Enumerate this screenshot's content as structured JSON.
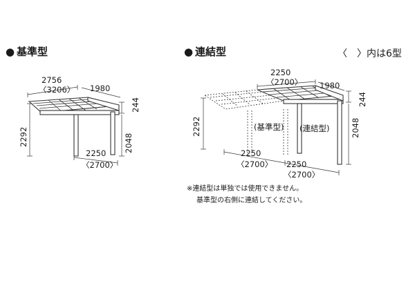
{
  "section_basic": {
    "bullet": "●",
    "title": "基準型"
  },
  "section_linked": {
    "bullet": "●",
    "title": "連結型"
  },
  "legend_note": "〈　〉内は6型",
  "basic_dims": {
    "top_width": "2756",
    "top_width_6": "〈3206〉",
    "depth": "1980",
    "height_front": "2292",
    "height_rear": "2048",
    "slope": "244",
    "bottom_width": "2250",
    "bottom_width_6": "〈2700〉"
  },
  "linked_dims": {
    "top_width": "2250",
    "top_width_6": "〈2700〉",
    "depth": "1980",
    "height_front": "2292",
    "height_rear": "2048",
    "slope": "244",
    "bottom_width_left": "2250",
    "bottom_width_left_6": "〈2700〉",
    "bottom_width_right": "2250",
    "bottom_width_right_6": "〈2700〉",
    "label_basic": "(基準型)",
    "label_linked": "(連結型)"
  },
  "notes": [
    "※連結型は単独では使用できません。",
    "基準型の右側に連結してください。"
  ]
}
